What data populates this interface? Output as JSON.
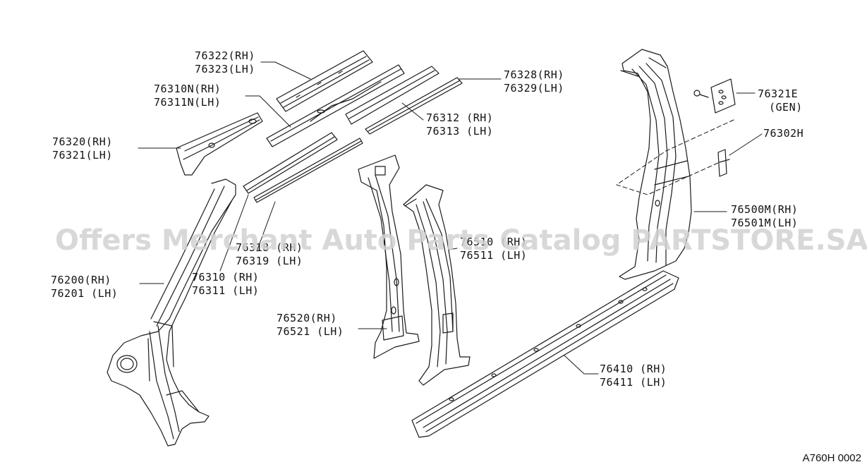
{
  "watermark": "Offers Merchant Auto Parts Catalog PARTSTORE.SA",
  "diagram_ref": "A760H 0002",
  "callouts": {
    "c76322": [
      "76322(RH)",
      "76323(LH)"
    ],
    "c76310N": [
      "76310N(RH)",
      "76311N(LH)"
    ],
    "c76320": [
      "76320(RH)",
      "76321(LH)"
    ],
    "c76328": [
      "76328(RH)",
      "76329(LH)"
    ],
    "c76312": [
      "76312 (RH)",
      "76313 (LH)"
    ],
    "c76321E": [
      "76321E",
      "(GEN)"
    ],
    "c76302H": [
      "76302H"
    ],
    "c76500M": [
      "76500M(RH)",
      "76501M(LH)"
    ],
    "c76318": [
      "76318 (RH)",
      "76319 (LH)"
    ],
    "c76510": [
      "76510 (RH)",
      "76511 (LH)"
    ],
    "c76200": [
      "76200(RH)",
      "76201 (LH)"
    ],
    "c76310": [
      "76310 (RH)",
      "76311 (LH)"
    ],
    "c76520": [
      "76520(RH)",
      "76521 (LH)"
    ],
    "c76410": [
      "76410 (RH)",
      "76411 (LH)"
    ]
  }
}
